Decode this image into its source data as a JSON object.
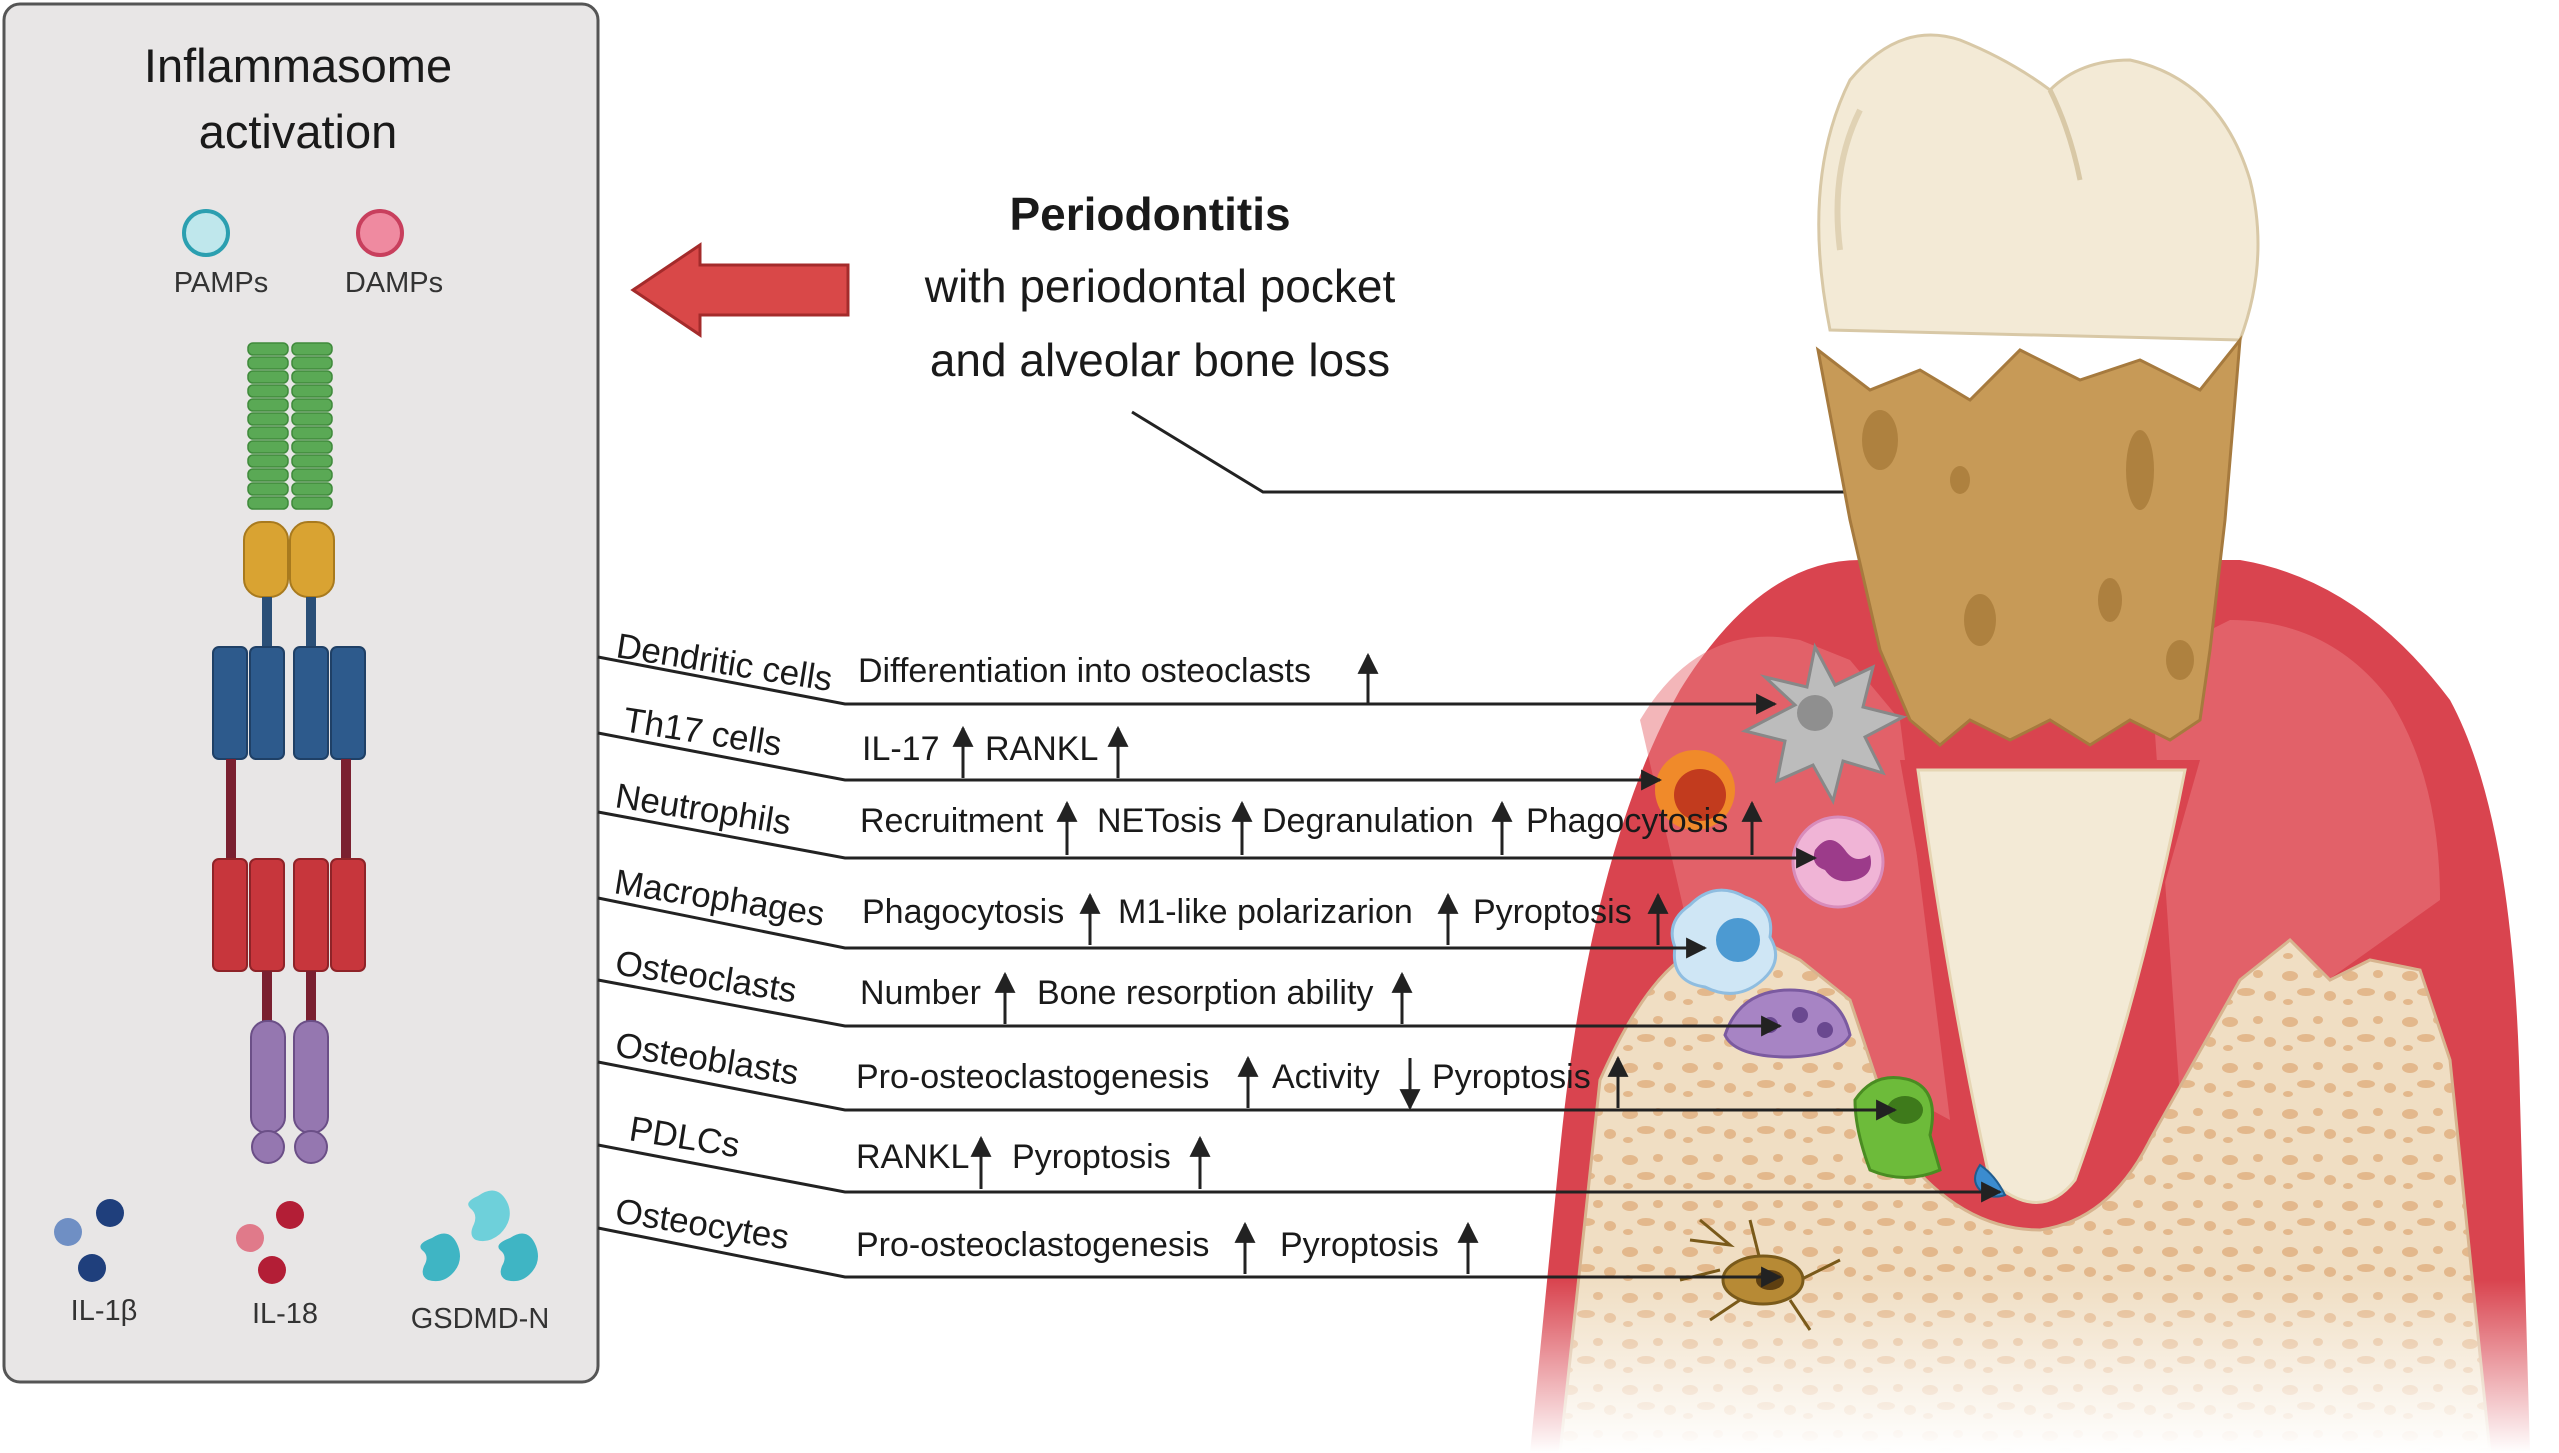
{
  "panel": {
    "title_line1": "Inflammasome",
    "title_line2": "activation",
    "pamps": "PAMPs",
    "damps": "DAMPs",
    "il1b": "IL-1β",
    "il18": "IL-18",
    "gsdmd": "GSDMD-N"
  },
  "main": {
    "title": "Periodontitis",
    "subtitle_line1": "with periodontal pocket",
    "subtitle_line2": "and alveolar bone loss"
  },
  "rows": [
    {
      "cell": "Dendritic cells",
      "effects": [
        {
          "text": "Differentiation into osteoclasts",
          "dir": "up"
        }
      ]
    },
    {
      "cell": "Th17 cells",
      "effects": [
        {
          "text": "IL-17",
          "dir": "up"
        },
        {
          "text": "RANKL",
          "dir": "up"
        }
      ]
    },
    {
      "cell": "Neutrophils",
      "effects": [
        {
          "text": "Recruitment",
          "dir": "up"
        },
        {
          "text": "NETosis",
          "dir": "up"
        },
        {
          "text": "Degranulation",
          "dir": "up"
        },
        {
          "text": "Phagocytosis",
          "dir": "up"
        }
      ]
    },
    {
      "cell": "Macrophages",
      "effects": [
        {
          "text": "Phagocytosis",
          "dir": "up"
        },
        {
          "text": "M1-like polarizarion",
          "dir": "up"
        },
        {
          "text": "Pyroptosis",
          "dir": "up"
        }
      ]
    },
    {
      "cell": "Osteoclasts",
      "effects": [
        {
          "text": "Number",
          "dir": "up"
        },
        {
          "text": "Bone resorption ability",
          "dir": "up"
        }
      ]
    },
    {
      "cell": "Osteoblasts",
      "effects": [
        {
          "text": "Pro-osteoclastogenesis",
          "dir": "up"
        },
        {
          "text": "Activity",
          "dir": "down"
        },
        {
          "text": "Pyroptosis",
          "dir": "up"
        }
      ]
    },
    {
      "cell": "PDLCs",
      "effects": [
        {
          "text": "RANKL",
          "dir": "up"
        },
        {
          "text": "Pyroptosis",
          "dir": "up"
        }
      ]
    },
    {
      "cell": "Osteocytes",
      "effects": [
        {
          "text": "Pro-osteoclastogenesis",
          "dir": "up"
        },
        {
          "text": "Pyroptosis",
          "dir": "up"
        }
      ]
    }
  ],
  "colors": {
    "panel_bg": "#e8e6e6",
    "gum": "#d9444f",
    "gum_light": "#ea7a80",
    "bone": "#efdcc0",
    "enamel": "#f3ead6",
    "calculus": "#c79a57",
    "arrow_red": "#d94848",
    "nlrp_green": "#5aa955",
    "nacht_yellow": "#d9a332",
    "asc_blue": "#2d5a8c",
    "asc_red": "#c7363c",
    "casp_purple": "#9577b0"
  }
}
